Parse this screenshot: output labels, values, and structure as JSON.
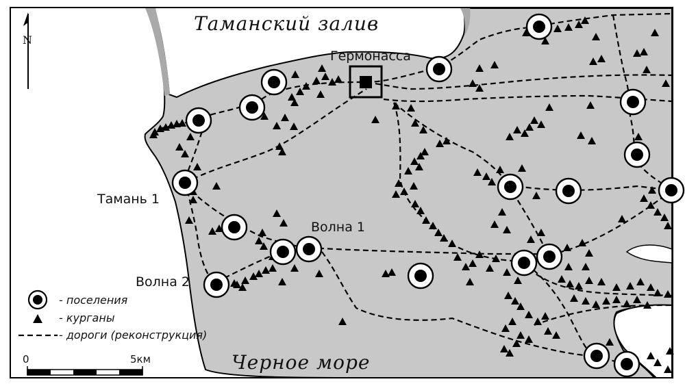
{
  "labels": {
    "taman_bay": "Таманский залив",
    "black_sea": "Черное море",
    "hermonassa": "Гермонасса",
    "taman1": "Тамань 1",
    "volna1": "Волна 1",
    "volna2": "Волна 2"
  },
  "legend": {
    "settlements": "- поселения",
    "kurgans": "- курганы",
    "roads": "- дороги (реконструкция)"
  },
  "scale": {
    "zero": "0",
    "max": "5км"
  },
  "north": {
    "letter": "N"
  },
  "colors": {
    "land": "#c8c8c8",
    "water": "#ffffff",
    "shore": "#a9a9a9",
    "ink": "#000000"
  },
  "icons": {
    "settlement": "ringed-dot-icon",
    "kurgan": "triangle-icon",
    "city": "square-icon",
    "north": "north-arrow-icon"
  }
}
